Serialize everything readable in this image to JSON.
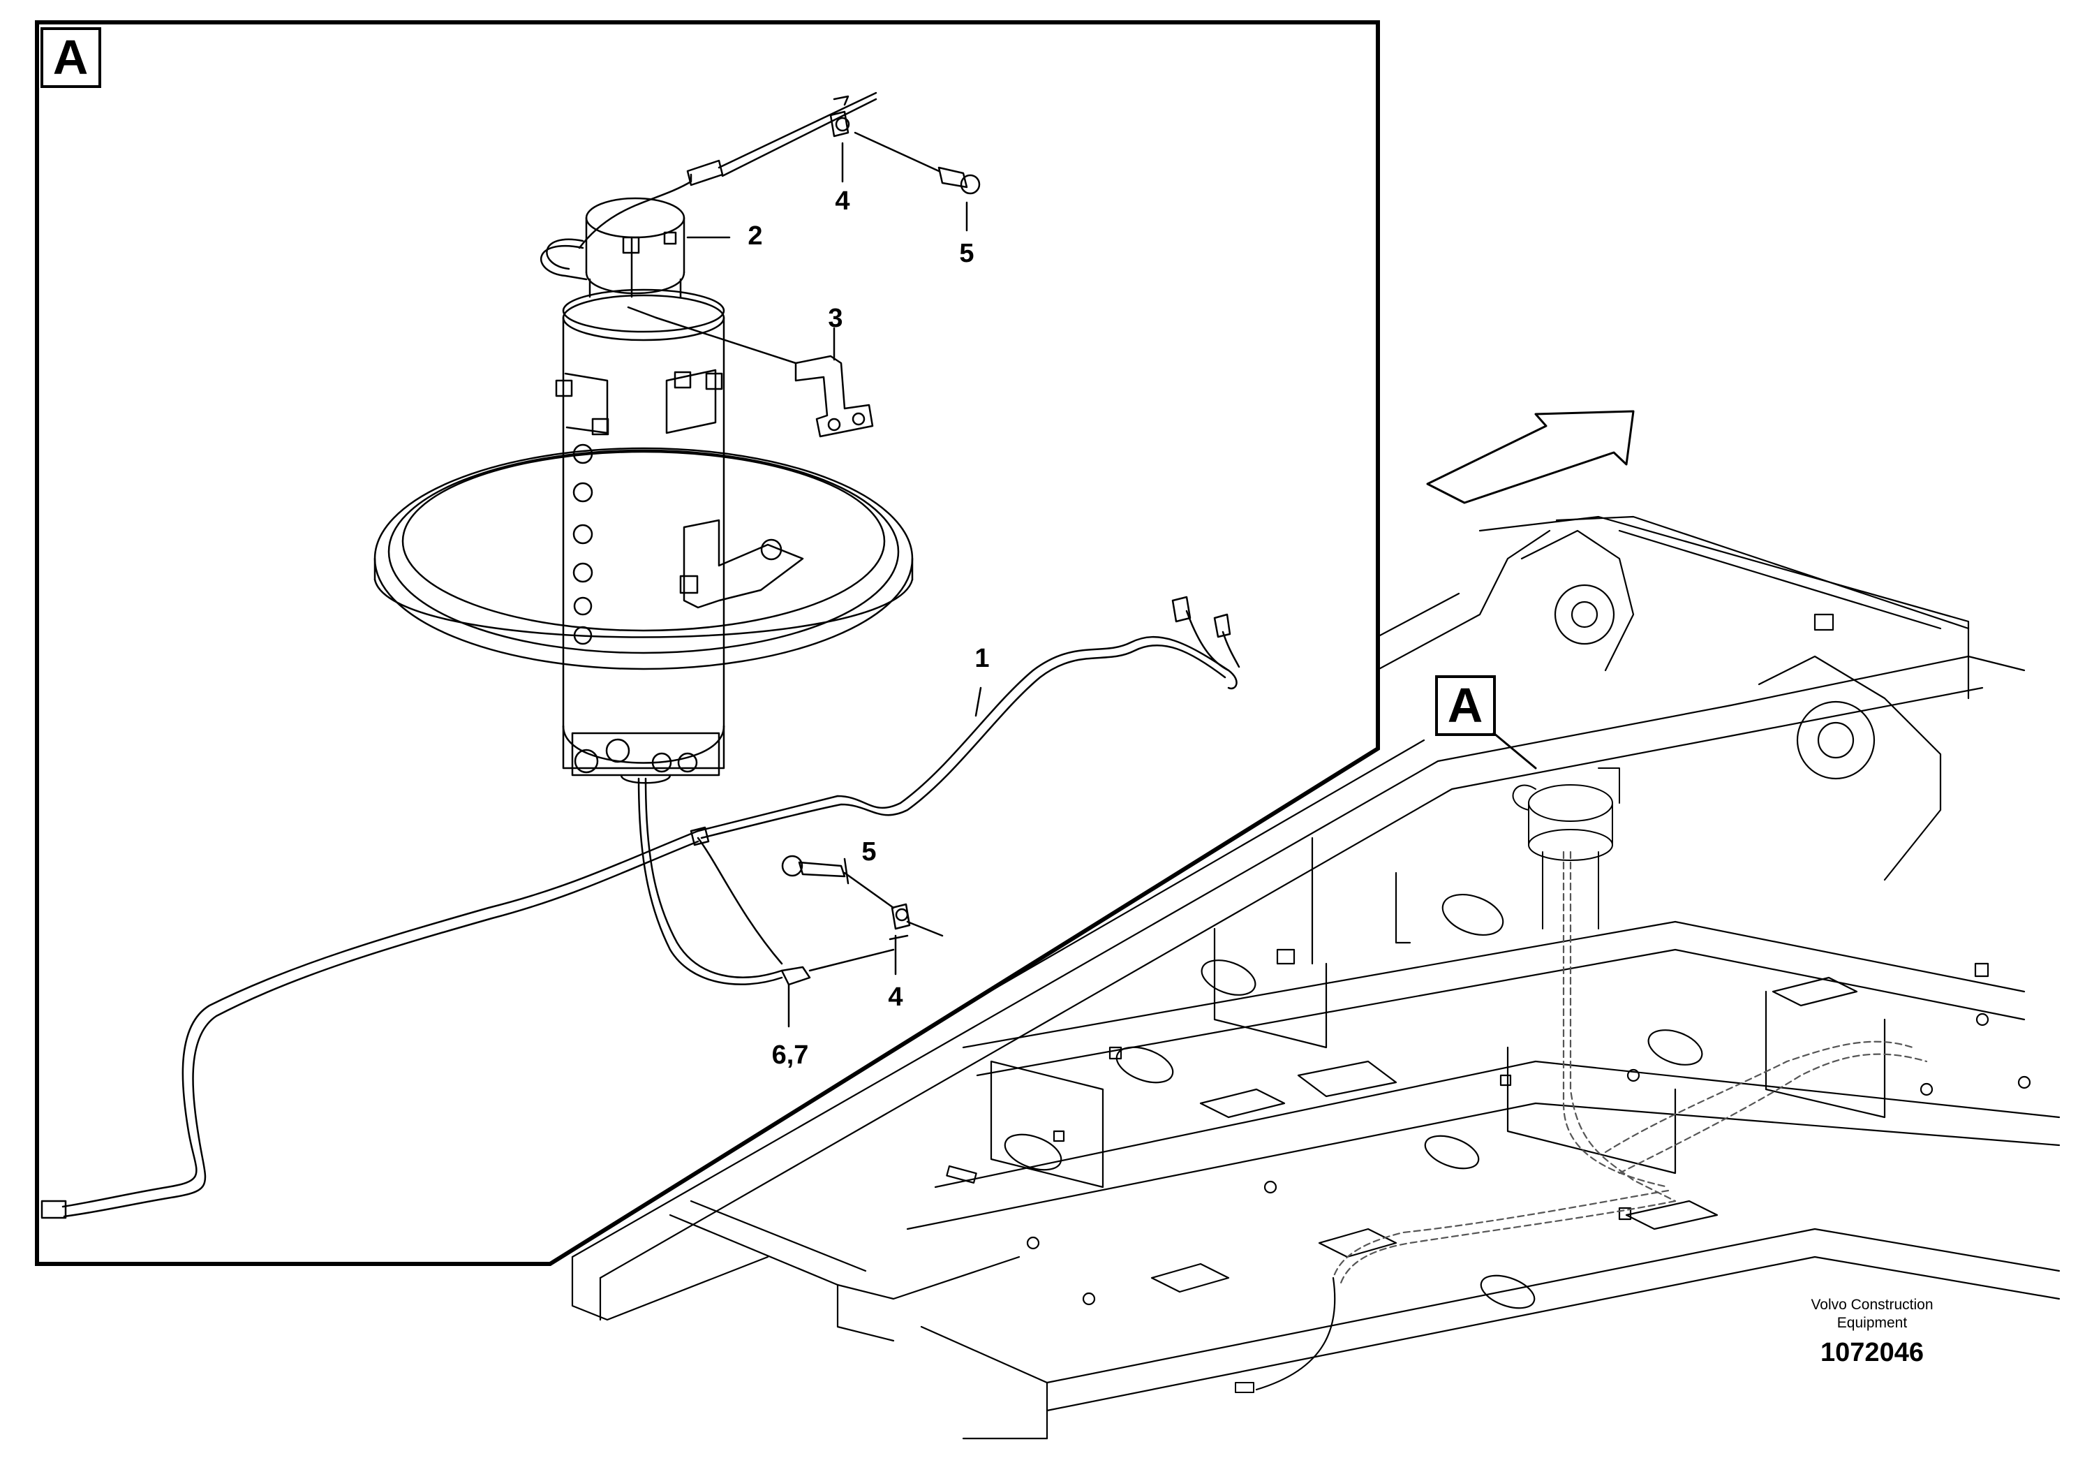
{
  "callouts": {
    "detail_view": "A",
    "location_marker": "A"
  },
  "part_labels": {
    "p1": "1",
    "p2": "2",
    "p3": "3",
    "p4_top": "4",
    "p5_top": "5",
    "p5_bottom": "5",
    "p4_bottom": "4",
    "p67": "6,7"
  },
  "credit": {
    "line1": "Volvo Construction",
    "line2": "Equipment",
    "part_number": "1072046"
  },
  "icons": {
    "direction_arrow": "forward-direction-arrow-icon"
  }
}
